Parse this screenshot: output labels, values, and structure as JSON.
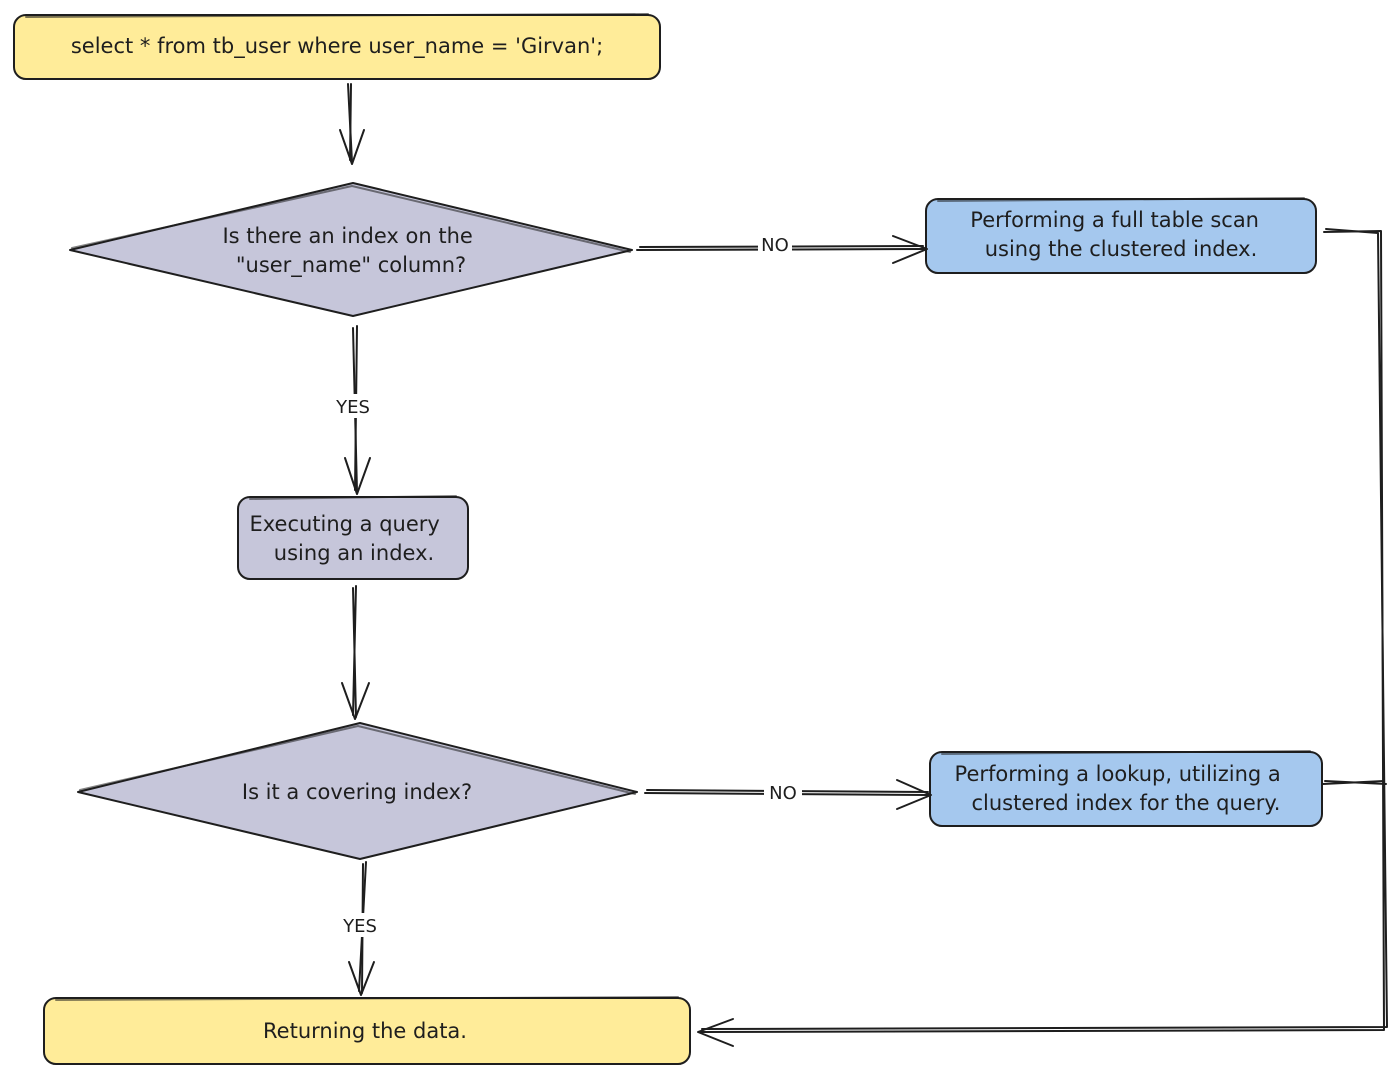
{
  "colors": {
    "yellow": "#ffec99",
    "blue": "#a5c8ee",
    "lavender": "#c6c6da",
    "ink": "#1e1e1e"
  },
  "nodes": {
    "sql": {
      "lines": [
        "select * from tb_user where user_name = 'Girvan';"
      ]
    },
    "decision_index": {
      "lines": [
        "Is there an index on the",
        "\"user_name\" column?"
      ]
    },
    "full_scan": {
      "lines": [
        "Performing a full table scan",
        "using the clustered index."
      ]
    },
    "exec_index": {
      "lines": [
        "Executing a query",
        "using an index."
      ]
    },
    "decision_covering": {
      "lines": [
        "Is it a covering index?"
      ]
    },
    "lookup": {
      "lines": [
        "Performing a lookup, utilizing a",
        "clustered index for the query."
      ]
    },
    "return": {
      "lines": [
        "Returning the data."
      ]
    }
  },
  "edges": {
    "no_1": "NO",
    "yes_1": "YES",
    "no_2": "NO",
    "yes_2": "YES"
  }
}
